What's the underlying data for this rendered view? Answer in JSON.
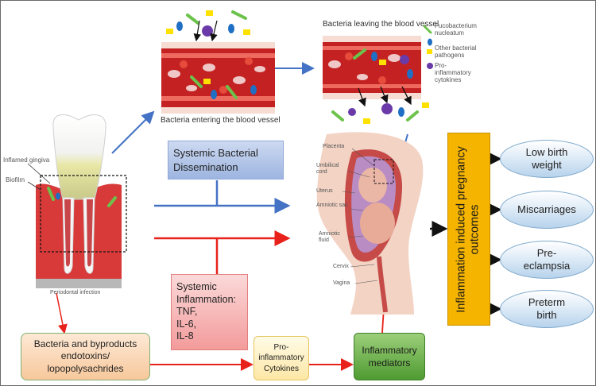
{
  "labels": {
    "entering": "Bacteria entering the blood vessel",
    "leaving": "Bacteria leaving the blood vessel",
    "inflamed_gingiva": "Inflamed gingiva",
    "biofilm": "Biofilm",
    "periodontal_infection": "Periodontal infection"
  },
  "legend": {
    "fuco": "Fucobacterium nucleatum",
    "other": "Other bacterial pathogens",
    "cytokines": "Pro-inflammatory cytokines"
  },
  "uterus_labels": {
    "placenta": "Placenta",
    "umbilical": "Umbilical cord",
    "uterus": "Uterus",
    "amniotic_sac": "Amniotic sac",
    "amniotic_fluid": "Amniotic fluid",
    "cervix": "Cervix",
    "vagina": "Vagina"
  },
  "boxes": {
    "dissemination": "Systemic Bacterial Dissemination",
    "systemic_inflammation": [
      "Systemic",
      "Inflammation:",
      "TNF,",
      "IL-6,",
      "IL-8"
    ],
    "byproducts": "Bacteria and byproducts endotoxins/ lopopolysachrides",
    "pro_cytokines": "Pro-inflammatory Cytokines",
    "mediators": "Inflammatory mediators",
    "outcomes_title": "Inflammation induced pregnancy outcomes"
  },
  "outcomes": [
    "Low birth weight",
    "Miscarriages",
    "Pre-eclampsia",
    "Preterm birth"
  ],
  "colors": {
    "blue_arrow": "#4472c4",
    "red_arrow": "#e8221b",
    "outcome_box": "#f5b400",
    "mediators": "#5aa33a",
    "dissemination": "#9db5e0"
  }
}
